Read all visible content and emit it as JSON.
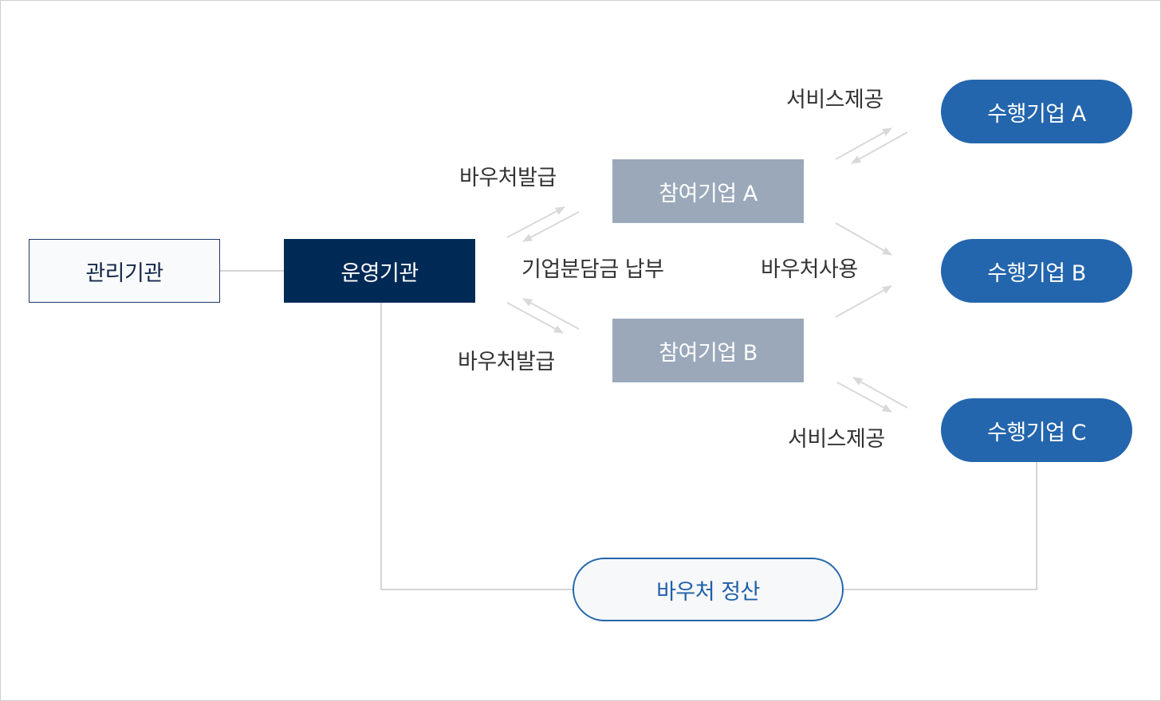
{
  "nodes": {
    "management": "관리기관",
    "operator": "운영기관",
    "participant_a": "참여기업 A",
    "participant_b": "참여기업 B",
    "performer_a": "수행기업 A",
    "performer_b": "수행기업 B",
    "performer_c": "수행기업 C",
    "settlement": "바우처 정산"
  },
  "labels": {
    "voucher_issue_top": "바우처발급",
    "voucher_issue_bottom": "바우처발급",
    "company_share_payment": "기업분담금 납부",
    "voucher_use": "바우처사용",
    "service_provision_top": "서비스제공",
    "service_provision_bottom": "서비스제공"
  },
  "colors": {
    "operator": "#002a56",
    "participant": "#9aa8ba",
    "performer": "#2466ad",
    "connector": "#d4d4d4",
    "arrow": "#d9d9d9"
  }
}
